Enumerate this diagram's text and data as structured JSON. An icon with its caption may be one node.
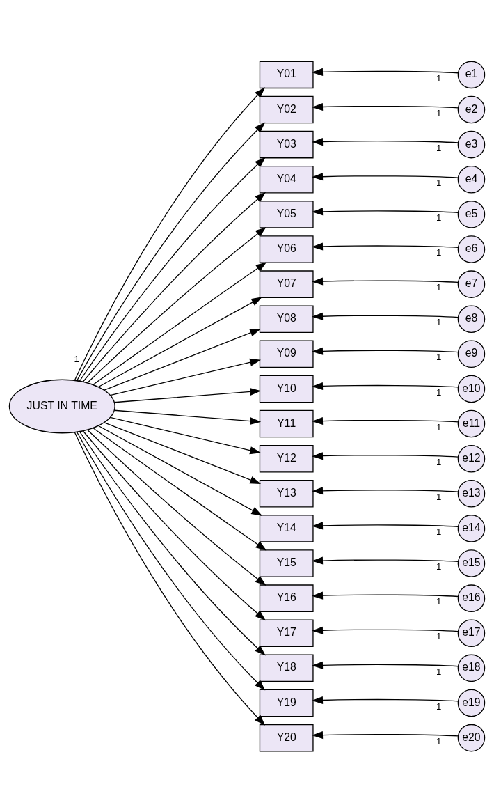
{
  "diagram": {
    "nodes": [
      {
        "text": [
          "JUST IN TIME"
        ]
      },
      {
        "text": [
          "Y01"
        ]
      },
      {
        "text": [
          "Y02"
        ]
      },
      {
        "text": [
          "Y03"
        ]
      },
      {
        "text": [
          "Y04"
        ]
      },
      {
        "text": [
          "Y05"
        ]
      },
      {
        "text": [
          "Y06"
        ]
      },
      {
        "text": [
          "Y07"
        ]
      },
      {
        "text": [
          "Y08"
        ]
      },
      {
        "text": [
          "Y09"
        ]
      },
      {
        "text": [
          "Y10"
        ]
      },
      {
        "text": [
          "Y11"
        ]
      },
      {
        "text": [
          "Y12"
        ]
      },
      {
        "text": [
          "Y13"
        ]
      },
      {
        "text": [
          "Y14"
        ]
      },
      {
        "text": [
          "Y15"
        ]
      },
      {
        "text": [
          "Y16"
        ]
      },
      {
        "text": [
          "Y17"
        ]
      },
      {
        "text": [
          "Y18"
        ]
      },
      {
        "text": [
          "Y19"
        ]
      },
      {
        "text": [
          "Y20"
        ]
      },
      {
        "text": [
          "e1"
        ]
      },
      {
        "text": [
          "e2"
        ]
      },
      {
        "text": [
          "e3"
        ]
      },
      {
        "text": [
          "e4"
        ]
      },
      {
        "text": [
          "e5"
        ]
      },
      {
        "text": [
          "e6"
        ]
      },
      {
        "text": [
          "e7"
        ]
      },
      {
        "text": [
          "e8"
        ]
      },
      {
        "text": [
          "e9"
        ]
      },
      {
        "text": [
          "e10"
        ]
      },
      {
        "text": [
          "e11"
        ]
      },
      {
        "text": [
          "e12"
        ]
      },
      {
        "text": [
          "e13"
        ]
      },
      {
        "text": [
          "e14"
        ]
      },
      {
        "text": [
          "e15"
        ]
      },
      {
        "text": [
          "e16"
        ]
      },
      {
        "text": [
          "e17"
        ]
      },
      {
        "text": [
          "e18"
        ]
      },
      {
        "text": [
          "e19"
        ]
      },
      {
        "text": [
          "e20"
        ]
      }
    ],
    "edges": [
      {
        "from": 0,
        "to": 1,
        "arrow": "to",
        "label": "1"
      },
      {
        "from": 0,
        "to": 2,
        "arrow": "to"
      },
      {
        "from": 0,
        "to": 3,
        "arrow": "to"
      },
      {
        "from": 0,
        "to": 4,
        "arrow": "to"
      },
      {
        "from": 0,
        "to": 5,
        "arrow": "to"
      },
      {
        "from": 0,
        "to": 6,
        "arrow": "to"
      },
      {
        "from": 0,
        "to": 7,
        "arrow": "to"
      },
      {
        "from": 0,
        "to": 8,
        "arrow": "to"
      },
      {
        "from": 0,
        "to": 9,
        "arrow": "to"
      },
      {
        "from": 0,
        "to": 10,
        "arrow": "to"
      },
      {
        "from": 0,
        "to": 11,
        "arrow": "to"
      },
      {
        "from": 0,
        "to": 12,
        "arrow": "to"
      },
      {
        "from": 0,
        "to": 13,
        "arrow": "to"
      },
      {
        "from": 0,
        "to": 14,
        "arrow": "to"
      },
      {
        "from": 0,
        "to": 15,
        "arrow": "to"
      },
      {
        "from": 0,
        "to": 16,
        "arrow": "to"
      },
      {
        "from": 0,
        "to": 17,
        "arrow": "to"
      },
      {
        "from": 0,
        "to": 18,
        "arrow": "to"
      },
      {
        "from": 0,
        "to": 19,
        "arrow": "to"
      },
      {
        "from": 0,
        "to": 20,
        "arrow": "to"
      },
      {
        "from": 21,
        "to": 1,
        "arrow": "to",
        "label": "1"
      },
      {
        "from": 22,
        "to": 2,
        "arrow": "to",
        "label": "1"
      },
      {
        "from": 23,
        "to": 3,
        "arrow": "to",
        "label": "1"
      },
      {
        "from": 24,
        "to": 4,
        "arrow": "to",
        "label": "1"
      },
      {
        "from": 25,
        "to": 5,
        "arrow": "to",
        "label": "1"
      },
      {
        "from": 26,
        "to": 6,
        "arrow": "to",
        "label": "1"
      },
      {
        "from": 27,
        "to": 7,
        "arrow": "to",
        "label": "1"
      },
      {
        "from": 28,
        "to": 8,
        "arrow": "to",
        "label": "1"
      },
      {
        "from": 29,
        "to": 9,
        "arrow": "to",
        "label": "1"
      },
      {
        "from": 30,
        "to": 10,
        "arrow": "to",
        "label": "1"
      },
      {
        "from": 31,
        "to": 11,
        "arrow": "to",
        "label": "1"
      },
      {
        "from": 32,
        "to": 12,
        "arrow": "to",
        "label": "1"
      },
      {
        "from": 33,
        "to": 13,
        "arrow": "to",
        "label": "1"
      },
      {
        "from": 34,
        "to": 14,
        "arrow": "to",
        "label": "1"
      },
      {
        "from": 35,
        "to": 15,
        "arrow": "to",
        "label": "1"
      },
      {
        "from": 36,
        "to": 16,
        "arrow": "to",
        "label": "1"
      },
      {
        "from": 37,
        "to": 17,
        "arrow": "to",
        "label": "1"
      },
      {
        "from": 38,
        "to": 18,
        "arrow": "to",
        "label": "1"
      },
      {
        "from": 39,
        "to": 19,
        "arrow": "to",
        "label": "1"
      },
      {
        "from": 40,
        "to": 20,
        "arrow": "to",
        "label": "1"
      }
    ]
  }
}
